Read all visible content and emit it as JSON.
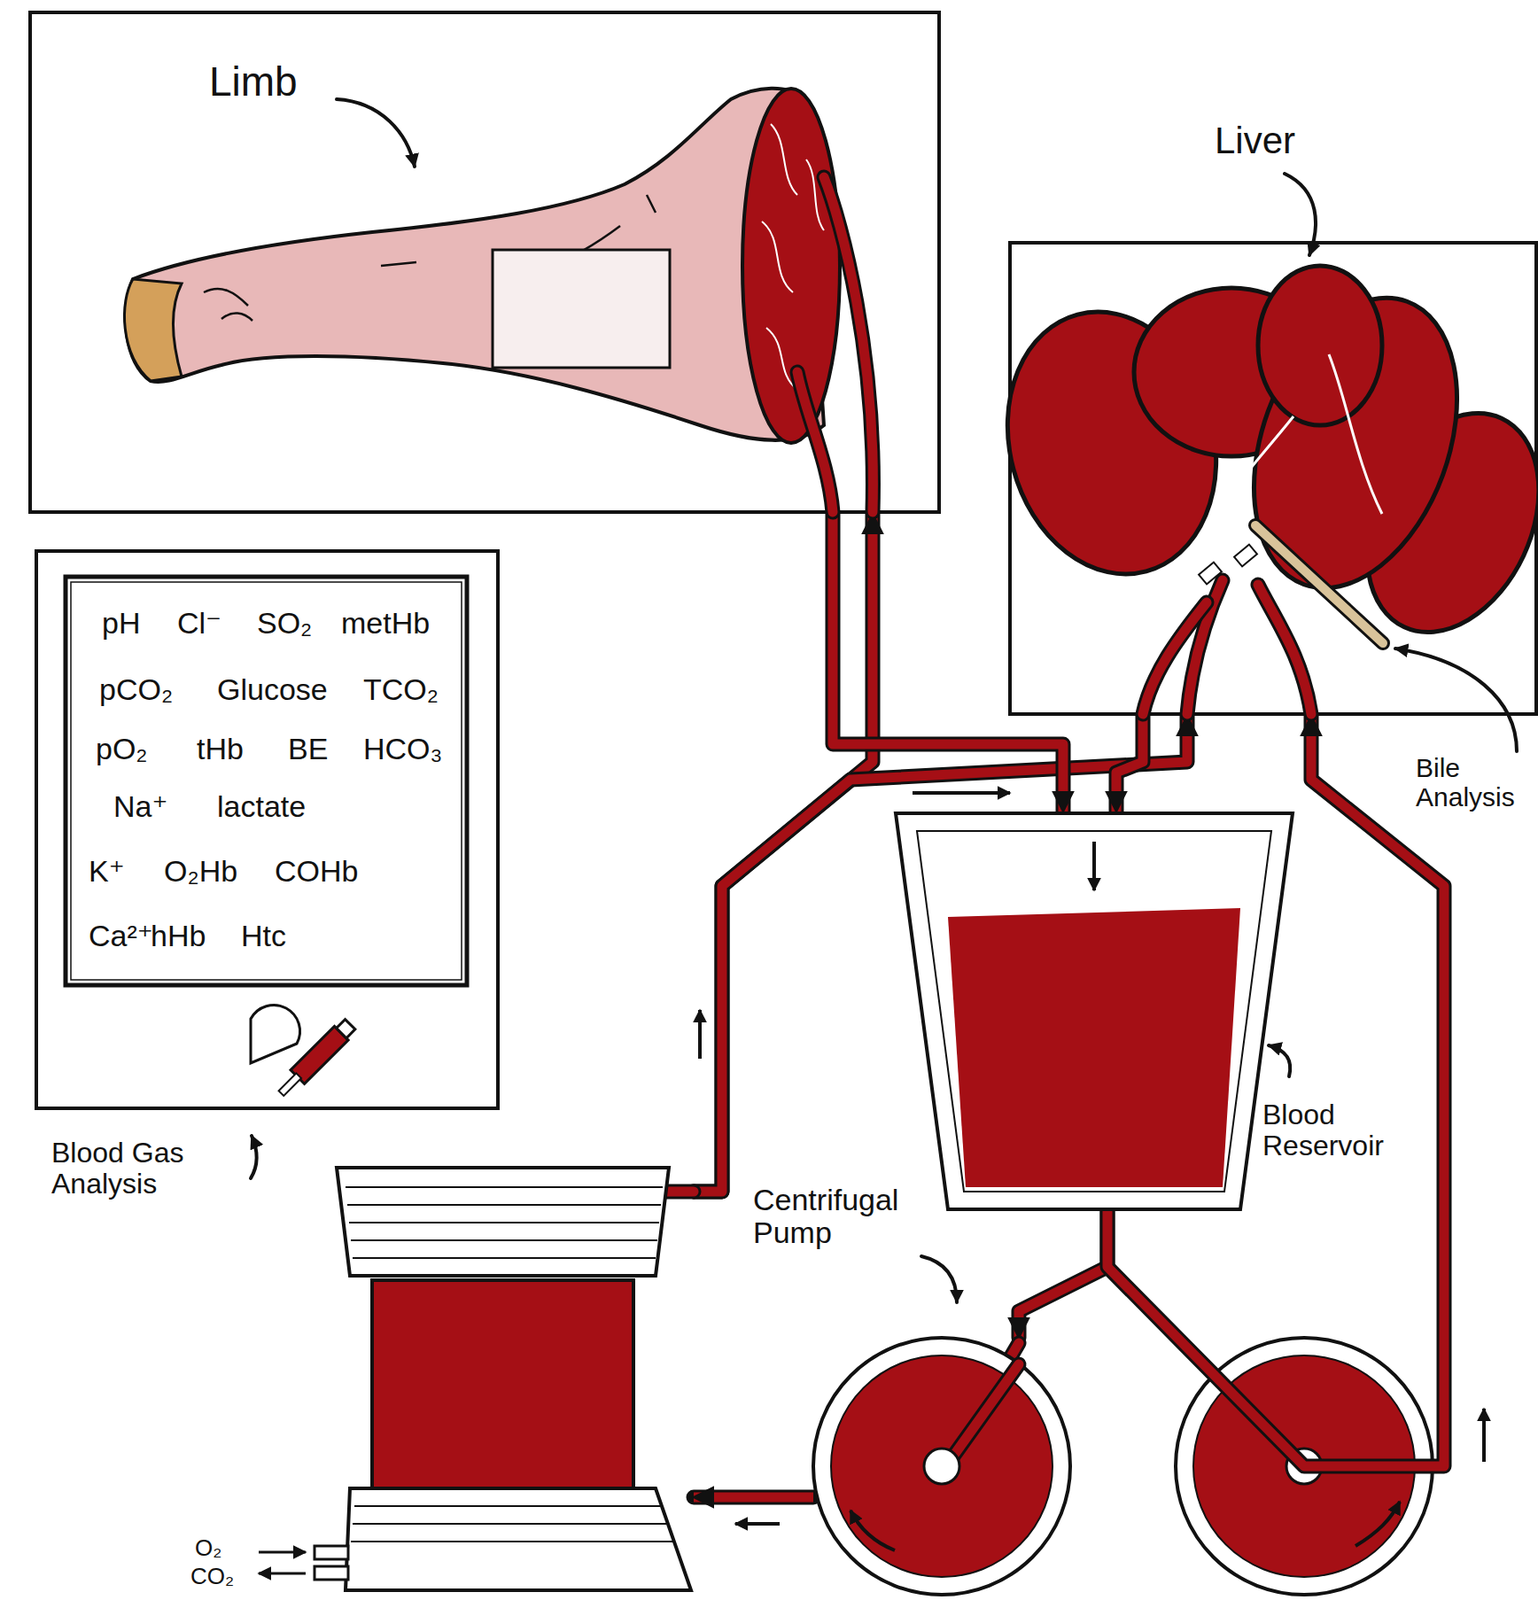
{
  "diagram": {
    "nodes": [
      {
        "text": [
          "Limb"
        ]
      },
      {
        "text": [
          "Liver"
        ]
      },
      {
        "text": [
          "Blood Gas Analysis"
        ]
      },
      {
        "text": [
          "Blood Reservoir"
        ]
      },
      {
        "text": [
          "Centrifugal Pump"
        ]
      },
      {
        "text": [
          "O₂",
          "CO₂"
        ]
      }
    ],
    "edges": [
      {
        "from": 3,
        "to": 4,
        "arrow": "to"
      },
      {
        "from": 4,
        "to": 5,
        "arrow": "to"
      },
      {
        "from": 5,
        "to": 0,
        "arrow": "to"
      },
      {
        "from": 5,
        "to": 1,
        "arrow": "to"
      },
      {
        "from": 0,
        "to": 3,
        "arrow": "to"
      },
      {
        "from": 1,
        "to": 3,
        "arrow": "to"
      },
      {
        "from": 3,
        "to": 1,
        "arrow": "to"
      }
    ],
    "labels": [
      "pH",
      "Cl⁻",
      "SO₂",
      "metHb",
      "pCO₂",
      "Glucose",
      "TCO₂",
      "pO₂",
      "tHb",
      "BE",
      "HCO₃",
      "Na⁺",
      "lactate",
      "K⁺",
      "O₂Hb",
      "COHb",
      "Ca²⁺",
      "hHb",
      "Htc",
      "Bile Analysis"
    ]
  }
}
